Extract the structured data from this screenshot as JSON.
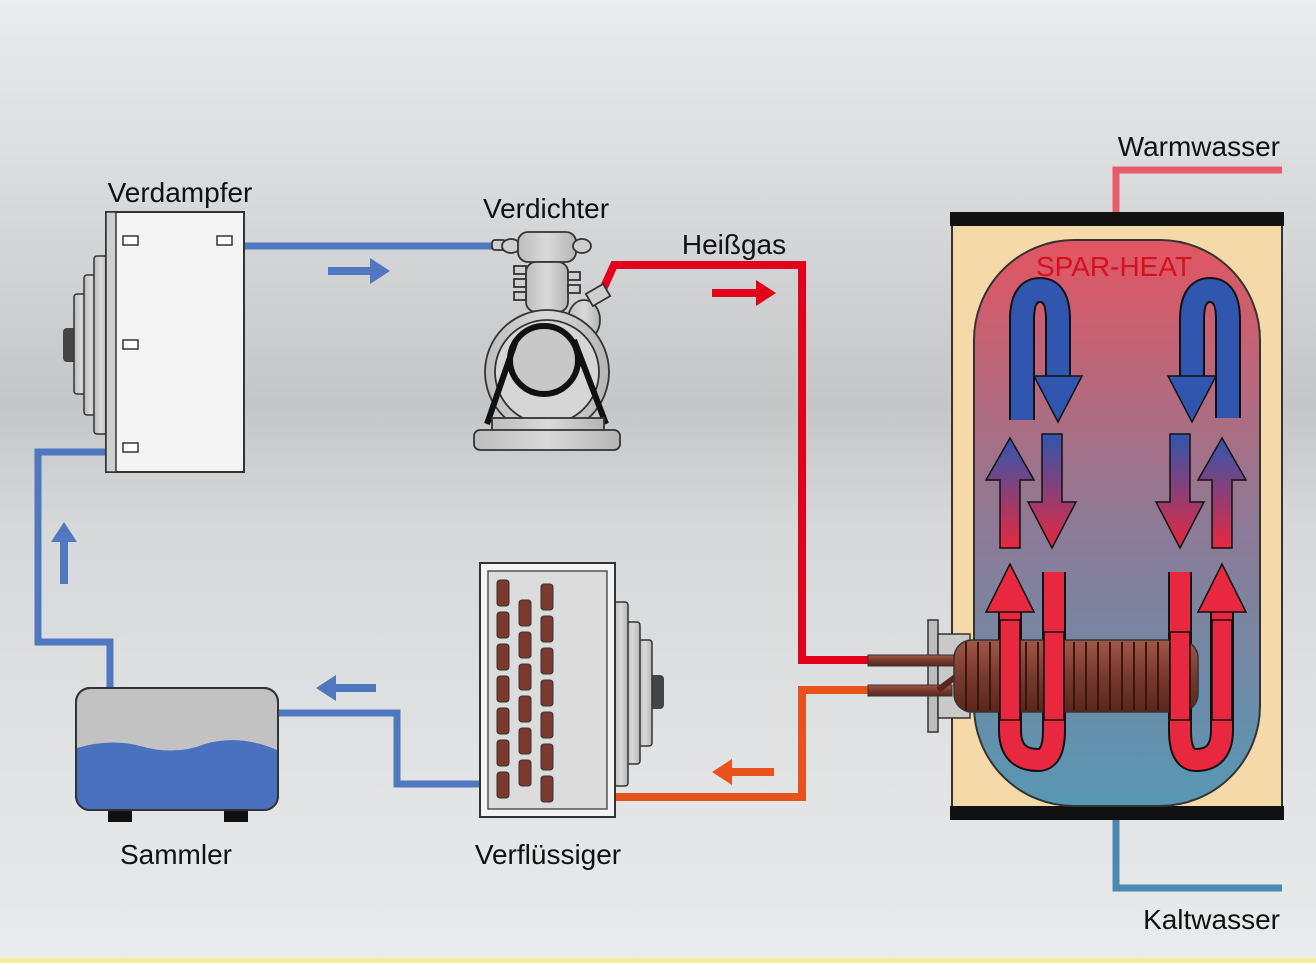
{
  "labels": {
    "evaporator": "Verdampfer",
    "compressor": "Verdichter",
    "hot_gas": "Heißgas",
    "condenser": "Verflüssiger",
    "receiver": "Sammler",
    "tank_brand": "SPAR-HEAT",
    "hot_water": "Warmwasser",
    "cold_water": "Kaltwasser"
  },
  "colors": {
    "background_top": "#e8eaec",
    "background_mid": "#c3c5c7",
    "suction_line": "#4f78c0",
    "hot_gas_line": "#e2001a",
    "liquid_line": "#e8521c",
    "hot_water_pipe": "#e85c6a",
    "cold_water_pipe": "#4a8ab0",
    "tank_insulation": "#f5d9a8",
    "coil": "#7a3a2e",
    "receiver_liquid": "#4a70c0",
    "arrow_blue": "#2a50a8",
    "arrow_red": "#e8283e"
  }
}
